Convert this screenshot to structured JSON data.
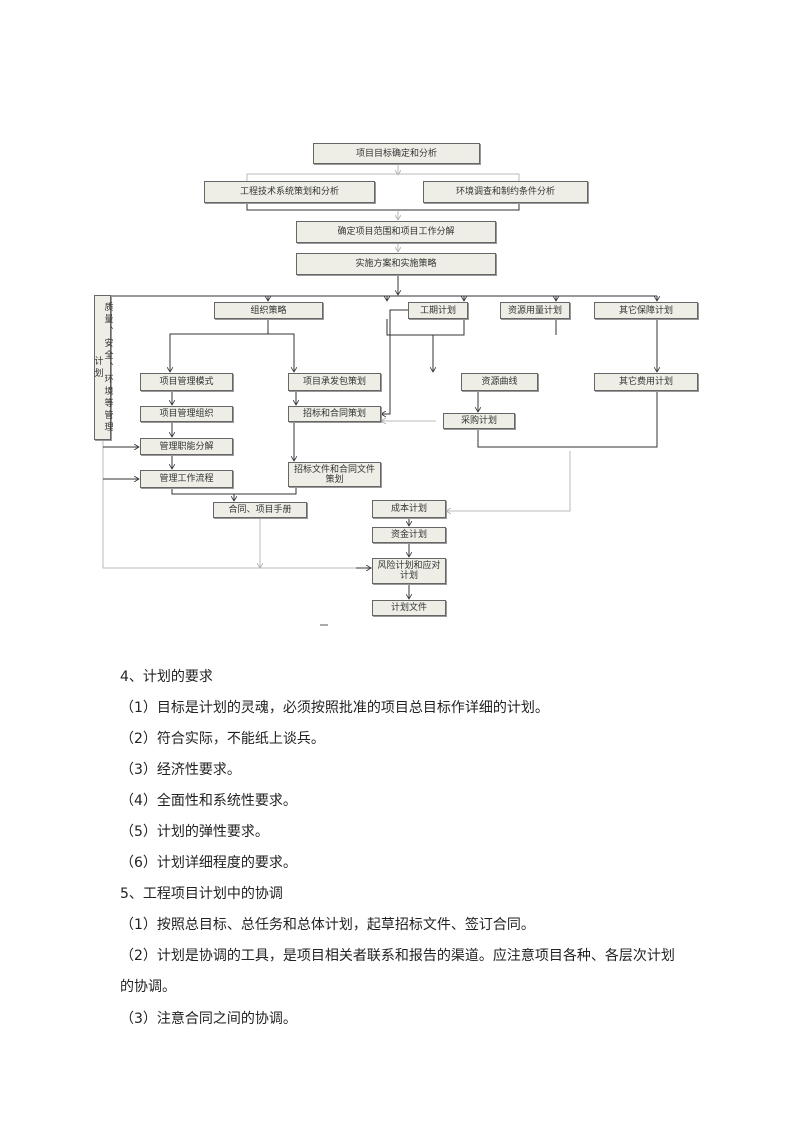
{
  "diagram": {
    "goal": "项目目标确定和分析",
    "tech": "工程技术系统策划和分析",
    "env": "环境调查和制约条件分析",
    "scope": "确定项目范围和项目工作分解",
    "impl": "实施方案和实施策略",
    "qse": "质量、安全、环境等管理计划",
    "org": "组织策略",
    "schedule": "工期计划",
    "resource": "资源用量计划",
    "other_guarantee": "其它保障计划",
    "pm_mode": "项目管理模式",
    "contracting": "项目承发包策划",
    "resource_curve": "资源曲线",
    "other_cost": "其它费用计划",
    "pm_org": "项目管理组织",
    "bidding": "招标和合同策划",
    "procurement": "采购计划",
    "functions": "管理职能分解",
    "workflow": "管理工作流程",
    "bid_docs": "招标文件和合同文件策划",
    "manual": "合同、项目手册",
    "cost": "成本计划",
    "funds": "资金计划",
    "risk": "风险计划和应对计划",
    "plan_docs": "计划文件"
  },
  "text": {
    "h4": "4、计划的要求",
    "r1": "（1）目标是计划的灵魂，必须按照批准的项目总目标作详细的计划。",
    "r2": "（2）符合实际，不能纸上谈兵。",
    "r3": "（3）经济性要求。",
    "r4": "（4）全面性和系统性要求。",
    "r5": "（5）计划的弹性要求。",
    "r6": "（6）计划详细程度的要求。",
    "h5": "5、工程项目计划中的协调",
    "c1": "（1）按照总目标、总任务和总体计划，起草招标文件、签订合同。",
    "c2a": "（2）计划是协调的工具，是项目相关者联系和报告的渠道。应注意项目各种、各层次计划",
    "c2b": "的协调。",
    "c3": "（3）注意合同之间的协调。"
  }
}
